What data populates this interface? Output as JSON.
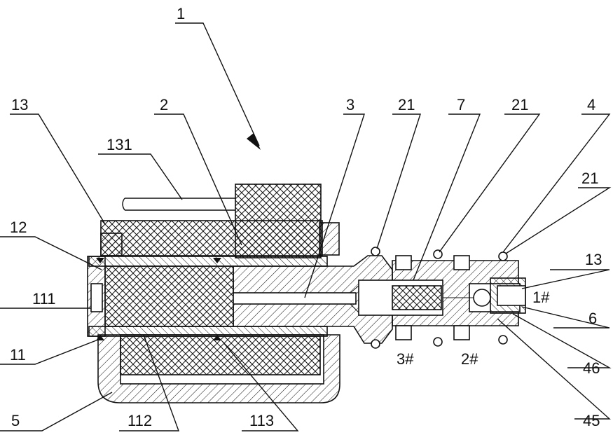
{
  "figure": {
    "colors": {
      "ink": "#111111",
      "paper": "#ffffff"
    },
    "labels": {
      "l1": "1",
      "l2": "2",
      "l3": "3",
      "l4": "4",
      "l5": "5",
      "l6": "6",
      "l7": "7",
      "l11": "11",
      "l12": "12",
      "l13_top": "13",
      "l13_right": "13",
      "l21_a": "21",
      "l21_b": "21",
      "l21_c": "21",
      "l45": "45",
      "l46": "46",
      "l111": "111",
      "l112": "112",
      "l113": "113",
      "l131": "131"
    },
    "ports": {
      "p1": "1#",
      "p2": "2#",
      "p3": "3#"
    }
  }
}
